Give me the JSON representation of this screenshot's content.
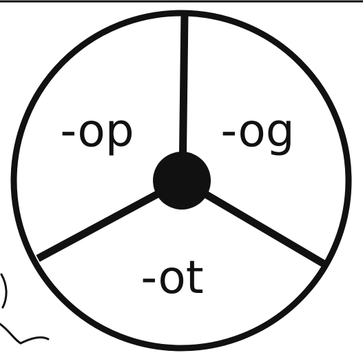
{
  "spinner": {
    "segments": [
      {
        "label": "-op"
      },
      {
        "label": "-og"
      },
      {
        "label": "-ot"
      }
    ]
  },
  "colors": {
    "ink": "#111111",
    "background": "#ffffff"
  }
}
